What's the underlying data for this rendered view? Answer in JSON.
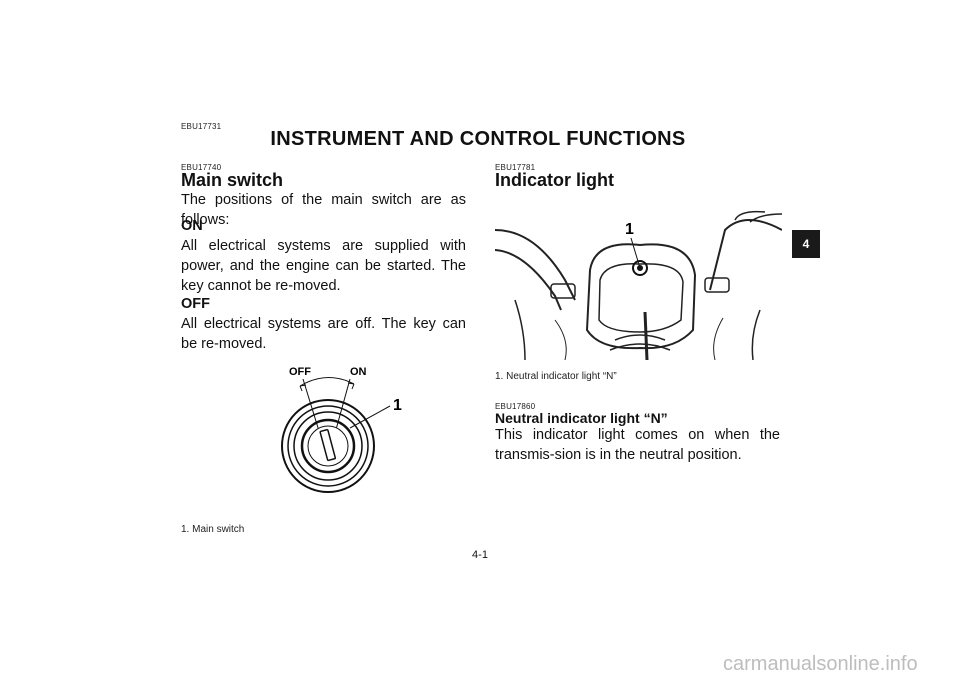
{
  "page": {
    "section_code": "EBU17731",
    "title": "INSTRUMENT AND CONTROL FUNCTIONS",
    "chapter_tab": "4",
    "page_number": "4-1",
    "watermark": "carmanualsonline.info"
  },
  "left": {
    "code": "EBU17740",
    "heading": "Main switch",
    "intro": "The positions of the main switch are as follows:",
    "on_heading": "ON",
    "on_text": "All electrical systems are supplied with power, and the engine can be started. The key cannot be re-moved.",
    "off_heading": "OFF",
    "off_text": "All electrical systems are off. The key can be re-moved.",
    "figure": {
      "label_off": "OFF",
      "label_on": "ON",
      "callout": "1"
    },
    "caption": "1.  Main switch"
  },
  "right": {
    "code": "EBU17781",
    "heading": "Indicator light",
    "figure": {
      "callout": "1"
    },
    "caption": "1.  Neutral indicator light “N”",
    "sub_code": "EBU17860",
    "sub_heading": "Neutral indicator light “N”",
    "sub_text": "This indicator light comes on when the transmis-sion is in the neutral position."
  }
}
